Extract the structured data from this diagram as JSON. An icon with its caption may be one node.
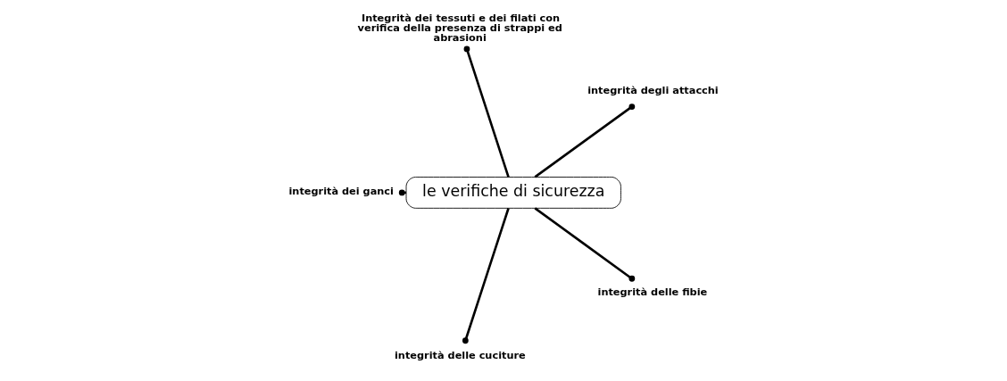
{
  "diagram": {
    "nodes": [
      {
        "text": [
          "le verifiche di sicurezza"
        ]
      },
      {
        "text": [
          "integrità degli attacchi"
        ]
      },
      {
        "text": [
          "Integrità dei tessuti e dei filati con verifica della presenza di strappi ed abrasioni"
        ]
      },
      {
        "text": [
          "integrità dei ganci"
        ]
      },
      {
        "text": [
          "integrità delle cuciture"
        ]
      },
      {
        "text": [
          "integrità delle fibie"
        ]
      }
    ],
    "edges": [
      {
        "from": 0,
        "to": 1,
        "arrow": "other"
      },
      {
        "from": 0,
        "to": 2,
        "arrow": "other"
      },
      {
        "from": 0,
        "to": 3,
        "arrow": "other"
      },
      {
        "from": 0,
        "to": 4,
        "arrow": "other"
      },
      {
        "from": 0,
        "to": 5,
        "arrow": "other"
      }
    ]
  }
}
